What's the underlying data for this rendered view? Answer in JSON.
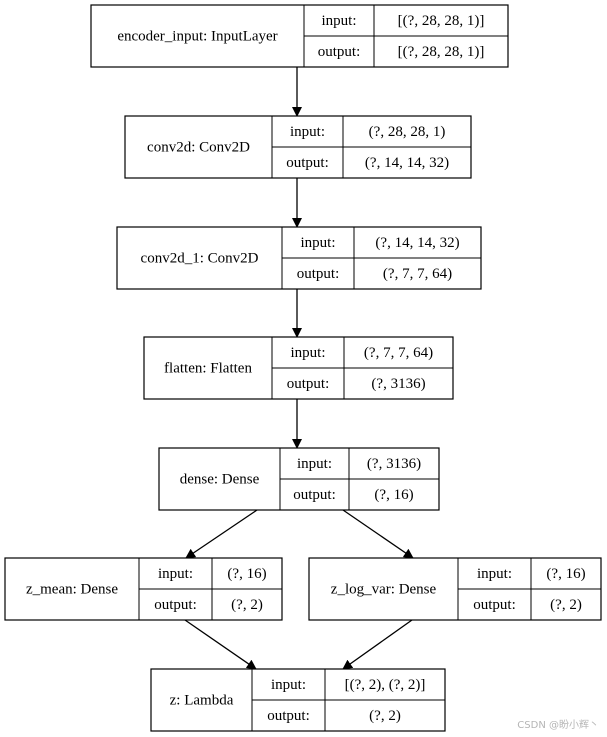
{
  "nodes": [
    {
      "id": "encoder_input",
      "name": "encoder_input: InputLayer",
      "input_label": "input:",
      "input_value": "[(?, 28, 28, 1)]",
      "output_label": "output:",
      "output_value": "[(?, 28, 28, 1)]"
    },
    {
      "id": "conv2d",
      "name": "conv2d: Conv2D",
      "input_label": "input:",
      "input_value": "(?, 28, 28, 1)",
      "output_label": "output:",
      "output_value": "(?, 14, 14, 32)"
    },
    {
      "id": "conv2d_1",
      "name": "conv2d_1: Conv2D",
      "input_label": "input:",
      "input_value": "(?, 14, 14, 32)",
      "output_label": "output:",
      "output_value": "(?, 7, 7, 64)"
    },
    {
      "id": "flatten",
      "name": "flatten: Flatten",
      "input_label": "input:",
      "input_value": "(?, 7, 7, 64)",
      "output_label": "output:",
      "output_value": "(?, 3136)"
    },
    {
      "id": "dense",
      "name": "dense: Dense",
      "input_label": "input:",
      "input_value": "(?, 3136)",
      "output_label": "output:",
      "output_value": "(?, 16)"
    },
    {
      "id": "z_mean",
      "name": "z_mean: Dense",
      "input_label": "input:",
      "input_value": "(?, 16)",
      "output_label": "output:",
      "output_value": "(?, 2)"
    },
    {
      "id": "z_log_var",
      "name": "z_log_var: Dense",
      "input_label": "input:",
      "input_value": "(?, 16)",
      "output_label": "output:",
      "output_value": "(?, 2)"
    },
    {
      "id": "z",
      "name": "z: Lambda",
      "input_label": "input:",
      "input_value": "[(?, 2), (?, 2)]",
      "output_label": "output:",
      "output_value": "(?, 2)"
    }
  ],
  "edges": [
    {
      "from": "encoder_input",
      "to": "conv2d"
    },
    {
      "from": "conv2d",
      "to": "conv2d_1"
    },
    {
      "from": "conv2d_1",
      "to": "flatten"
    },
    {
      "from": "flatten",
      "to": "dense"
    },
    {
      "from": "dense",
      "to": "z_mean"
    },
    {
      "from": "dense",
      "to": "z_log_var"
    },
    {
      "from": "z_mean",
      "to": "z"
    },
    {
      "from": "z_log_var",
      "to": "z"
    }
  ],
  "watermark": "CSDN @盼小辉丶"
}
